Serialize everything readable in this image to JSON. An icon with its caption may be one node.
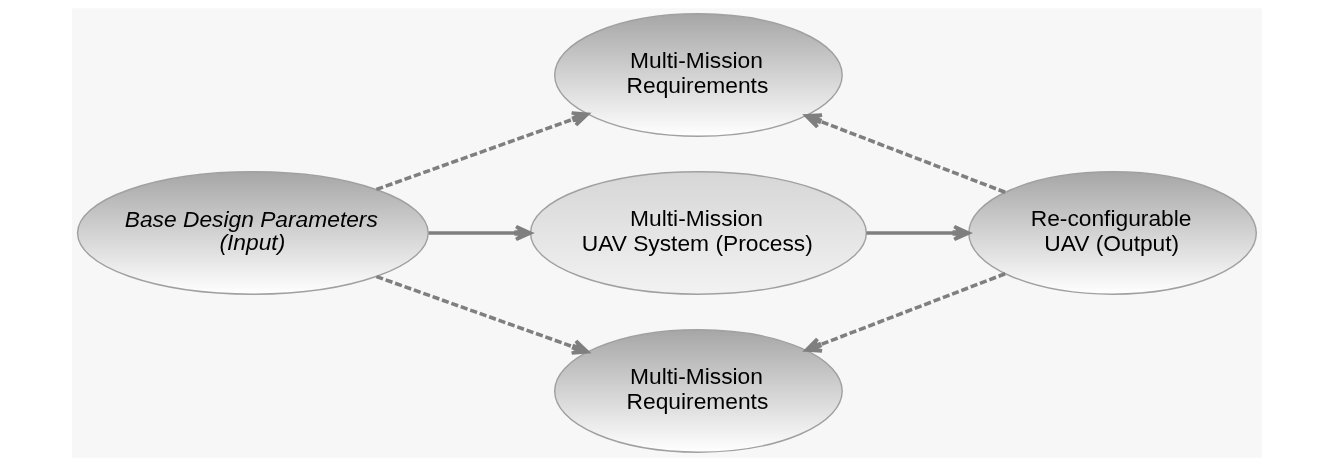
{
  "diagram": {
    "nodes": [
      {
        "text": [
          "Multi-Mission Requirements"
        ]
      },
      {
        "text": [
          "Base Design Parameters (Input)"
        ]
      },
      {
        "text": [
          "Multi-Mission UAV System (Process)"
        ]
      },
      {
        "text": [
          "Re-configurable UAV (Output)"
        ]
      },
      {
        "text": [
          "Multi-Mission Requirements"
        ]
      }
    ],
    "edges": [
      {
        "from": 1,
        "to": 0,
        "arrow": "to",
        "style": "dashed"
      },
      {
        "from": 3,
        "to": 0,
        "arrow": "to",
        "style": "dashed"
      },
      {
        "from": 1,
        "to": 2,
        "arrow": "to"
      },
      {
        "from": 2,
        "to": 3,
        "arrow": "to"
      },
      {
        "from": 1,
        "to": 4,
        "arrow": "to",
        "style": "dashed"
      },
      {
        "from": 3,
        "to": 4,
        "arrow": "to",
        "style": "dashed"
      }
    ]
  }
}
